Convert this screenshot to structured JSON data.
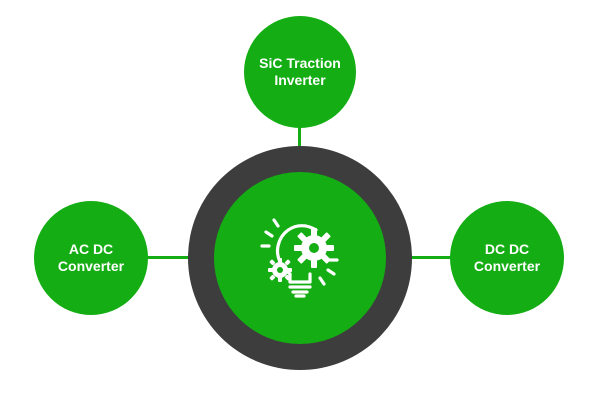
{
  "colors": {
    "accent_green": "#14ad14",
    "ring_dark": "#3d3d3d",
    "text_light": "#ffffff"
  },
  "hub": {
    "icon": "lightbulb-gears-icon"
  },
  "nodes": {
    "top": {
      "label": "SiC Traction Inverter"
    },
    "left": {
      "label": "AC DC Converter"
    },
    "right": {
      "label": "DC DC Converter"
    }
  }
}
